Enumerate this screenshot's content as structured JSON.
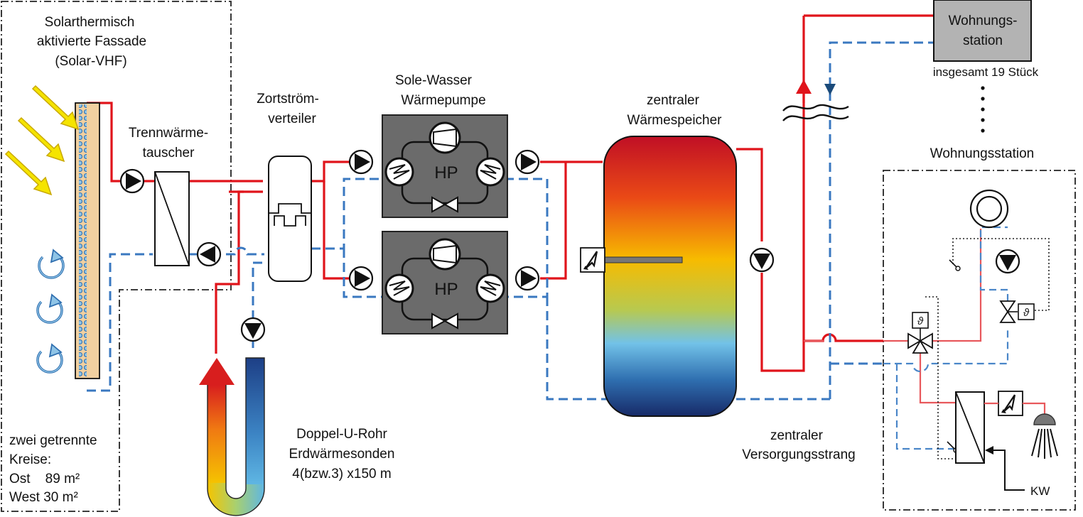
{
  "labels": {
    "facade_line1": "Solarthermisch",
    "facade_line2": "aktivierte Fassade",
    "facade_line3": "(Solar-VHF)",
    "hx_line1": "Trennwärme-",
    "hx_line2": "tauscher",
    "distributor_line1": "Zortström-",
    "distributor_line2": "verteiler",
    "heatpump_line1": "Sole-Wasser",
    "heatpump_line2": "Wärmepumpe",
    "hp_badge": "HP",
    "storage_line1": "zentraler",
    "storage_line2": "Wärmespeicher",
    "station_top_line1": "Wohnungs-",
    "station_top_line2": "station",
    "station_count": "insgesamt 19 Stück",
    "station_detail": "Wohnungsstation",
    "supply_line1": "zentraler",
    "supply_line2": "Versorgungsstrang",
    "borehole_line1": "Doppel-U-Rohr",
    "borehole_line2": "Erdwärmesonden",
    "borehole_line3": "4(bzw.3) x150 m",
    "circuits_line1": "zwei getrennte",
    "circuits_line2": "Kreise:",
    "circuits_east": "Ost    89 m²",
    "circuits_west": "West 30 m²",
    "cold_water": "KW",
    "theta": "ϑ"
  },
  "icons": {
    "sun_rays": "sun-ray-arrow-icon",
    "circulation": "circular-arrow-icon",
    "pump": "pump-icon",
    "heat_exchanger": "heat-exchanger-icon",
    "compressor": "compressor-icon",
    "expansion_valve": "expansion-valve-icon",
    "electric_heater": "electric-heater-icon",
    "three_way_valve": "three-way-valve-icon",
    "radiator": "radiator-icon",
    "shower": "shower-icon",
    "break_mark": "pipe-break-icon"
  },
  "colors": {
    "hot_pipe": "#e0141b",
    "cold_pipe": "#3a78c0",
    "facade_fill": "#f1d0a0",
    "heatpump_fill": "#6b6b6b",
    "station_fill": "#b3b3b3",
    "storage_hot": "#c8102e",
    "storage_mid": "#f5c400",
    "storage_cool": "#6fc0e8",
    "storage_cold": "#1a2f6b"
  }
}
